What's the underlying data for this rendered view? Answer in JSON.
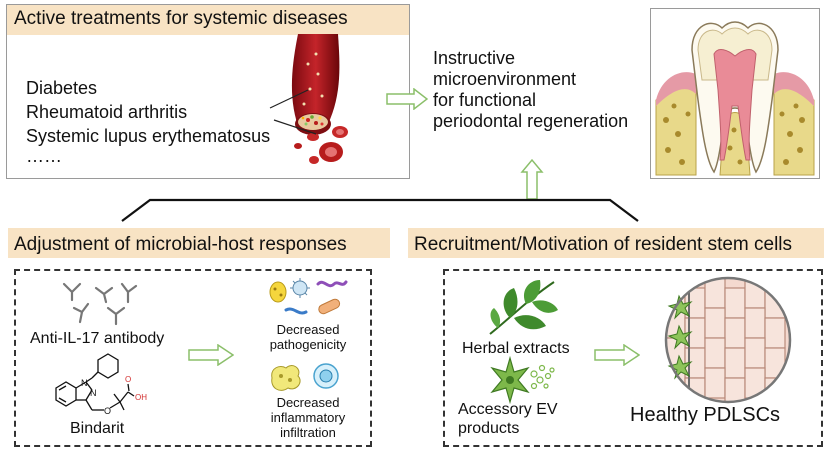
{
  "top_panel": {
    "title": "Active treatments for systemic diseases",
    "diseases": [
      "Diabetes",
      "Rheumatoid arthritis",
      "Systemic lupus erythematosus",
      "……"
    ]
  },
  "goal": {
    "lines": [
      "Instructive",
      "microenvironment",
      "for functional",
      "periodontal regeneration"
    ]
  },
  "left_section": {
    "title": "Adjustment of microbial-host responses",
    "antibody_label": "Anti-IL-17 antibody",
    "drug_label": "Bindarit",
    "drug_atoms": [
      "N",
      "N",
      "O",
      "O",
      "OH"
    ],
    "outcome_1": [
      "Decreased",
      "pathogenicity"
    ],
    "outcome_2": [
      "Decreased",
      "inflammatory",
      "infiltration"
    ]
  },
  "right_section": {
    "title": "Recruitment/Motivation of resident stem cells",
    "herbal_label": "Herbal extracts",
    "ev_label": [
      "Accessory EV",
      "products"
    ],
    "result_label": "Healthy PDLSCs"
  },
  "colors": {
    "header_fill": "#f8e3c4",
    "arrow_fill": "#ffffff",
    "arrow_stroke": "#8bbf6a",
    "leaf_green": "#3f8a2c",
    "cell_green": "#8ec45a",
    "blood_red": "#b3171b"
  },
  "icons": [
    "blood-vessel-image",
    "tooth-cross-section-image",
    "antibody-icon",
    "bacteria-icon",
    "leaf-icon",
    "extracellular-vesicle-icon",
    "stem-cell-scaffold-icon"
  ]
}
